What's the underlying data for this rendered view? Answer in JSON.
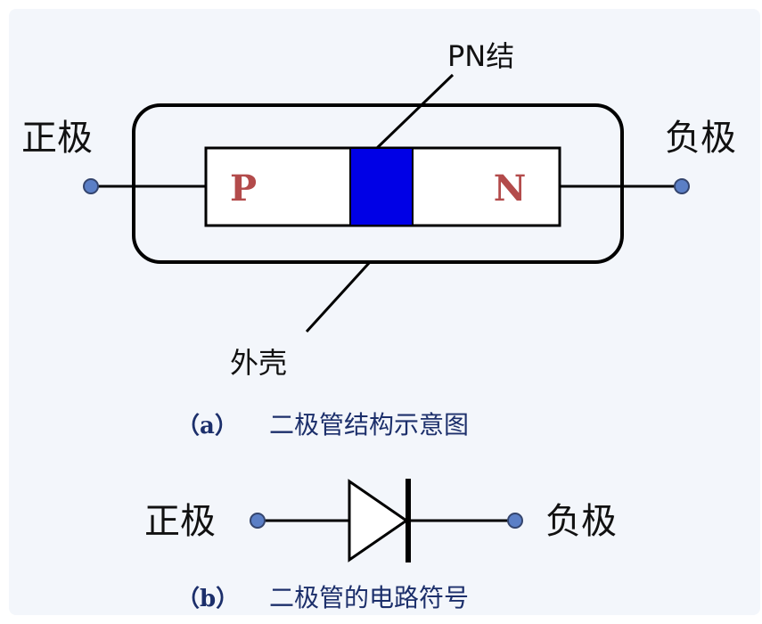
{
  "diagram_a": {
    "junction_label": "PN结",
    "positive_label": "正极",
    "negative_label": "负极",
    "p_label": "P",
    "n_label": "N",
    "shell_label": "外壳",
    "caption_prefix": "（a）",
    "caption_text": "二极管结构示意图"
  },
  "diagram_b": {
    "positive_label": "正极",
    "negative_label": "负极",
    "caption_prefix": "（b）",
    "caption_text": "二极管的电路符号"
  },
  "colors": {
    "junction_fill": "#0000e6",
    "terminal_fill": "#5b7fc6",
    "pn_letters": "#b34b4b",
    "caption": "#1c2f6b"
  }
}
